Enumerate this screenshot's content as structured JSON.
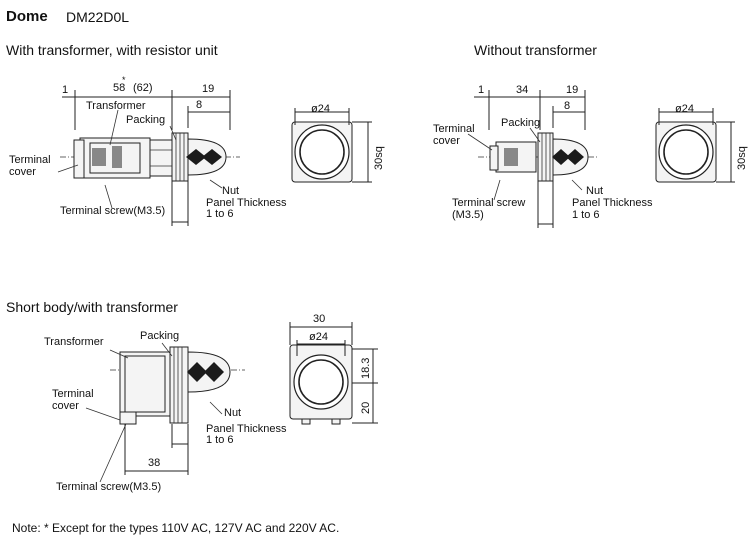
{
  "header": {
    "title": "Dome",
    "model": "DM22D0L"
  },
  "sections": {
    "with_transformer": "With transformer, with resistor unit",
    "without_transformer": "Without transformer",
    "short_body": "Short body/with transformer"
  },
  "labels": {
    "transformer": "Transformer",
    "packing": "Packing",
    "terminal_cover": "Terminal\ncover",
    "terminal_cover_l1": "Terminal",
    "terminal_cover_l2": "cover",
    "terminal_screw": "Terminal screw(M3.5)",
    "terminal_screw_l1": "Terminal screw",
    "terminal_screw_l2": "(M3.5)",
    "nut": "Nut",
    "panel_thickness": "Panel Thickness",
    "panel_range": "1 to 6"
  },
  "dims": {
    "d1": "1",
    "d58": "58",
    "star": "*",
    "d62": "(62)",
    "d19": "19",
    "d8": "8",
    "d34": "34",
    "d24": "ø24",
    "d30sq": "30sq",
    "d30": "30",
    "d18_3": "18.3",
    "d20": "20",
    "d38": "38"
  },
  "note": "Note: * Except for the types 110V AC, 127V AC and 220V AC."
}
